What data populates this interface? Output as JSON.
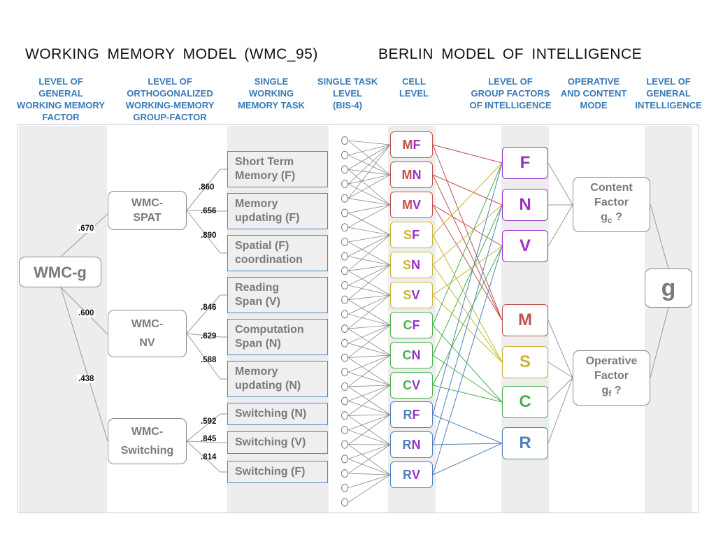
{
  "titles": {
    "left": "WORKING  MEMORY  MODEL  (WMC_95)",
    "right": "BERLIN  MODEL  OF  INTELLIGENCE"
  },
  "level_headers": [
    {
      "lines": [
        "LEVEL OF",
        "GENERAL",
        "WORKING MEMORY",
        "FACTOR"
      ]
    },
    {
      "lines": [
        "LEVEL OF",
        "ORTHOGONALIZED",
        "WORKING-MEMORY",
        "GROUP-FACTOR"
      ]
    },
    {
      "lines": [
        "SINGLE",
        "WORKING",
        "MEMORY TASK"
      ]
    },
    {
      "lines": [
        "SINGLE TASK",
        "LEVEL",
        "(BIS-4)"
      ]
    },
    {
      "lines": [
        "CELL",
        "LEVEL"
      ]
    },
    {
      "lines": [
        "LEVEL OF",
        "GROUP FACTORS",
        "OF INTELLIGENCE"
      ]
    },
    {
      "lines": [
        "OPERATIVE",
        "AND CONTENT",
        "MODE"
      ]
    },
    {
      "lines": [
        "LEVEL OF",
        "GENERAL",
        "INTELLIGENCE"
      ]
    }
  ],
  "wmc_general": {
    "label": "WMC-g"
  },
  "wmc_groups": [
    {
      "line1": "WMC-",
      "line2": "SPAT",
      "loading": ".670"
    },
    {
      "line1": "WMC-",
      "line2": "NV",
      "loading": ".600"
    },
    {
      "line1": "WMC-",
      "line2": "Switching",
      "loading": ".438"
    }
  ],
  "tasks": [
    {
      "line1": "Short Term",
      "line2": "Memory (F)",
      "loading": ".860"
    },
    {
      "line1": "Memory",
      "line2": "updating (F)",
      "loading": ".656"
    },
    {
      "line1": "Spatial (F)",
      "line2": "coordination",
      "loading": ".890"
    },
    {
      "line1": "Reading",
      "line2": "Span (V)",
      "loading": ".846"
    },
    {
      "line1": "Computation",
      "line2": "Span (N)",
      "loading": ".829"
    },
    {
      "line1": "Memory",
      "line2": "updating (N)",
      "loading": ".588"
    },
    {
      "line1": "Switching (N)",
      "line2": "",
      "loading": ".592"
    },
    {
      "line1": "Switching (V)",
      "line2": "",
      "loading": ".845"
    },
    {
      "line1": "Switching (F)",
      "line2": "",
      "loading": ".814"
    }
  ],
  "cells": [
    {
      "op": "M",
      "content": "F"
    },
    {
      "op": "M",
      "content": "N"
    },
    {
      "op": "M",
      "content": "V"
    },
    {
      "op": "S",
      "content": "F"
    },
    {
      "op": "S",
      "content": "N"
    },
    {
      "op": "S",
      "content": "V"
    },
    {
      "op": "C",
      "content": "F"
    },
    {
      "op": "C",
      "content": "N"
    },
    {
      "op": "C",
      "content": "V"
    },
    {
      "op": "R",
      "content": "F"
    },
    {
      "op": "R",
      "content": "N"
    },
    {
      "op": "R",
      "content": "V"
    }
  ],
  "group_factors": [
    {
      "label": "F"
    },
    {
      "label": "N"
    },
    {
      "label": "V"
    },
    {
      "label": "M"
    },
    {
      "label": "S"
    },
    {
      "label": "C"
    },
    {
      "label": "R"
    }
  ],
  "content_factor": {
    "line1": "Content",
    "line2": "Factor",
    "sym": "g",
    "sub": "c",
    "q": "?"
  },
  "operative_factor": {
    "line1": "Operative",
    "line2": "Factor",
    "sym": "g",
    "sub": "f",
    "q": "?"
  },
  "general_intelligence": {
    "label": "g"
  },
  "colors": {
    "M": "#c0504d",
    "S": "#c9b536",
    "C": "#4caf50",
    "R": "#4f81bd",
    "F": "#9b30c7",
    "N": "#9b30c7",
    "V": "#9b30c7",
    "task_border": "#4f86c6",
    "header": "#3a7ab8",
    "node_text": "#7a7a7a"
  }
}
